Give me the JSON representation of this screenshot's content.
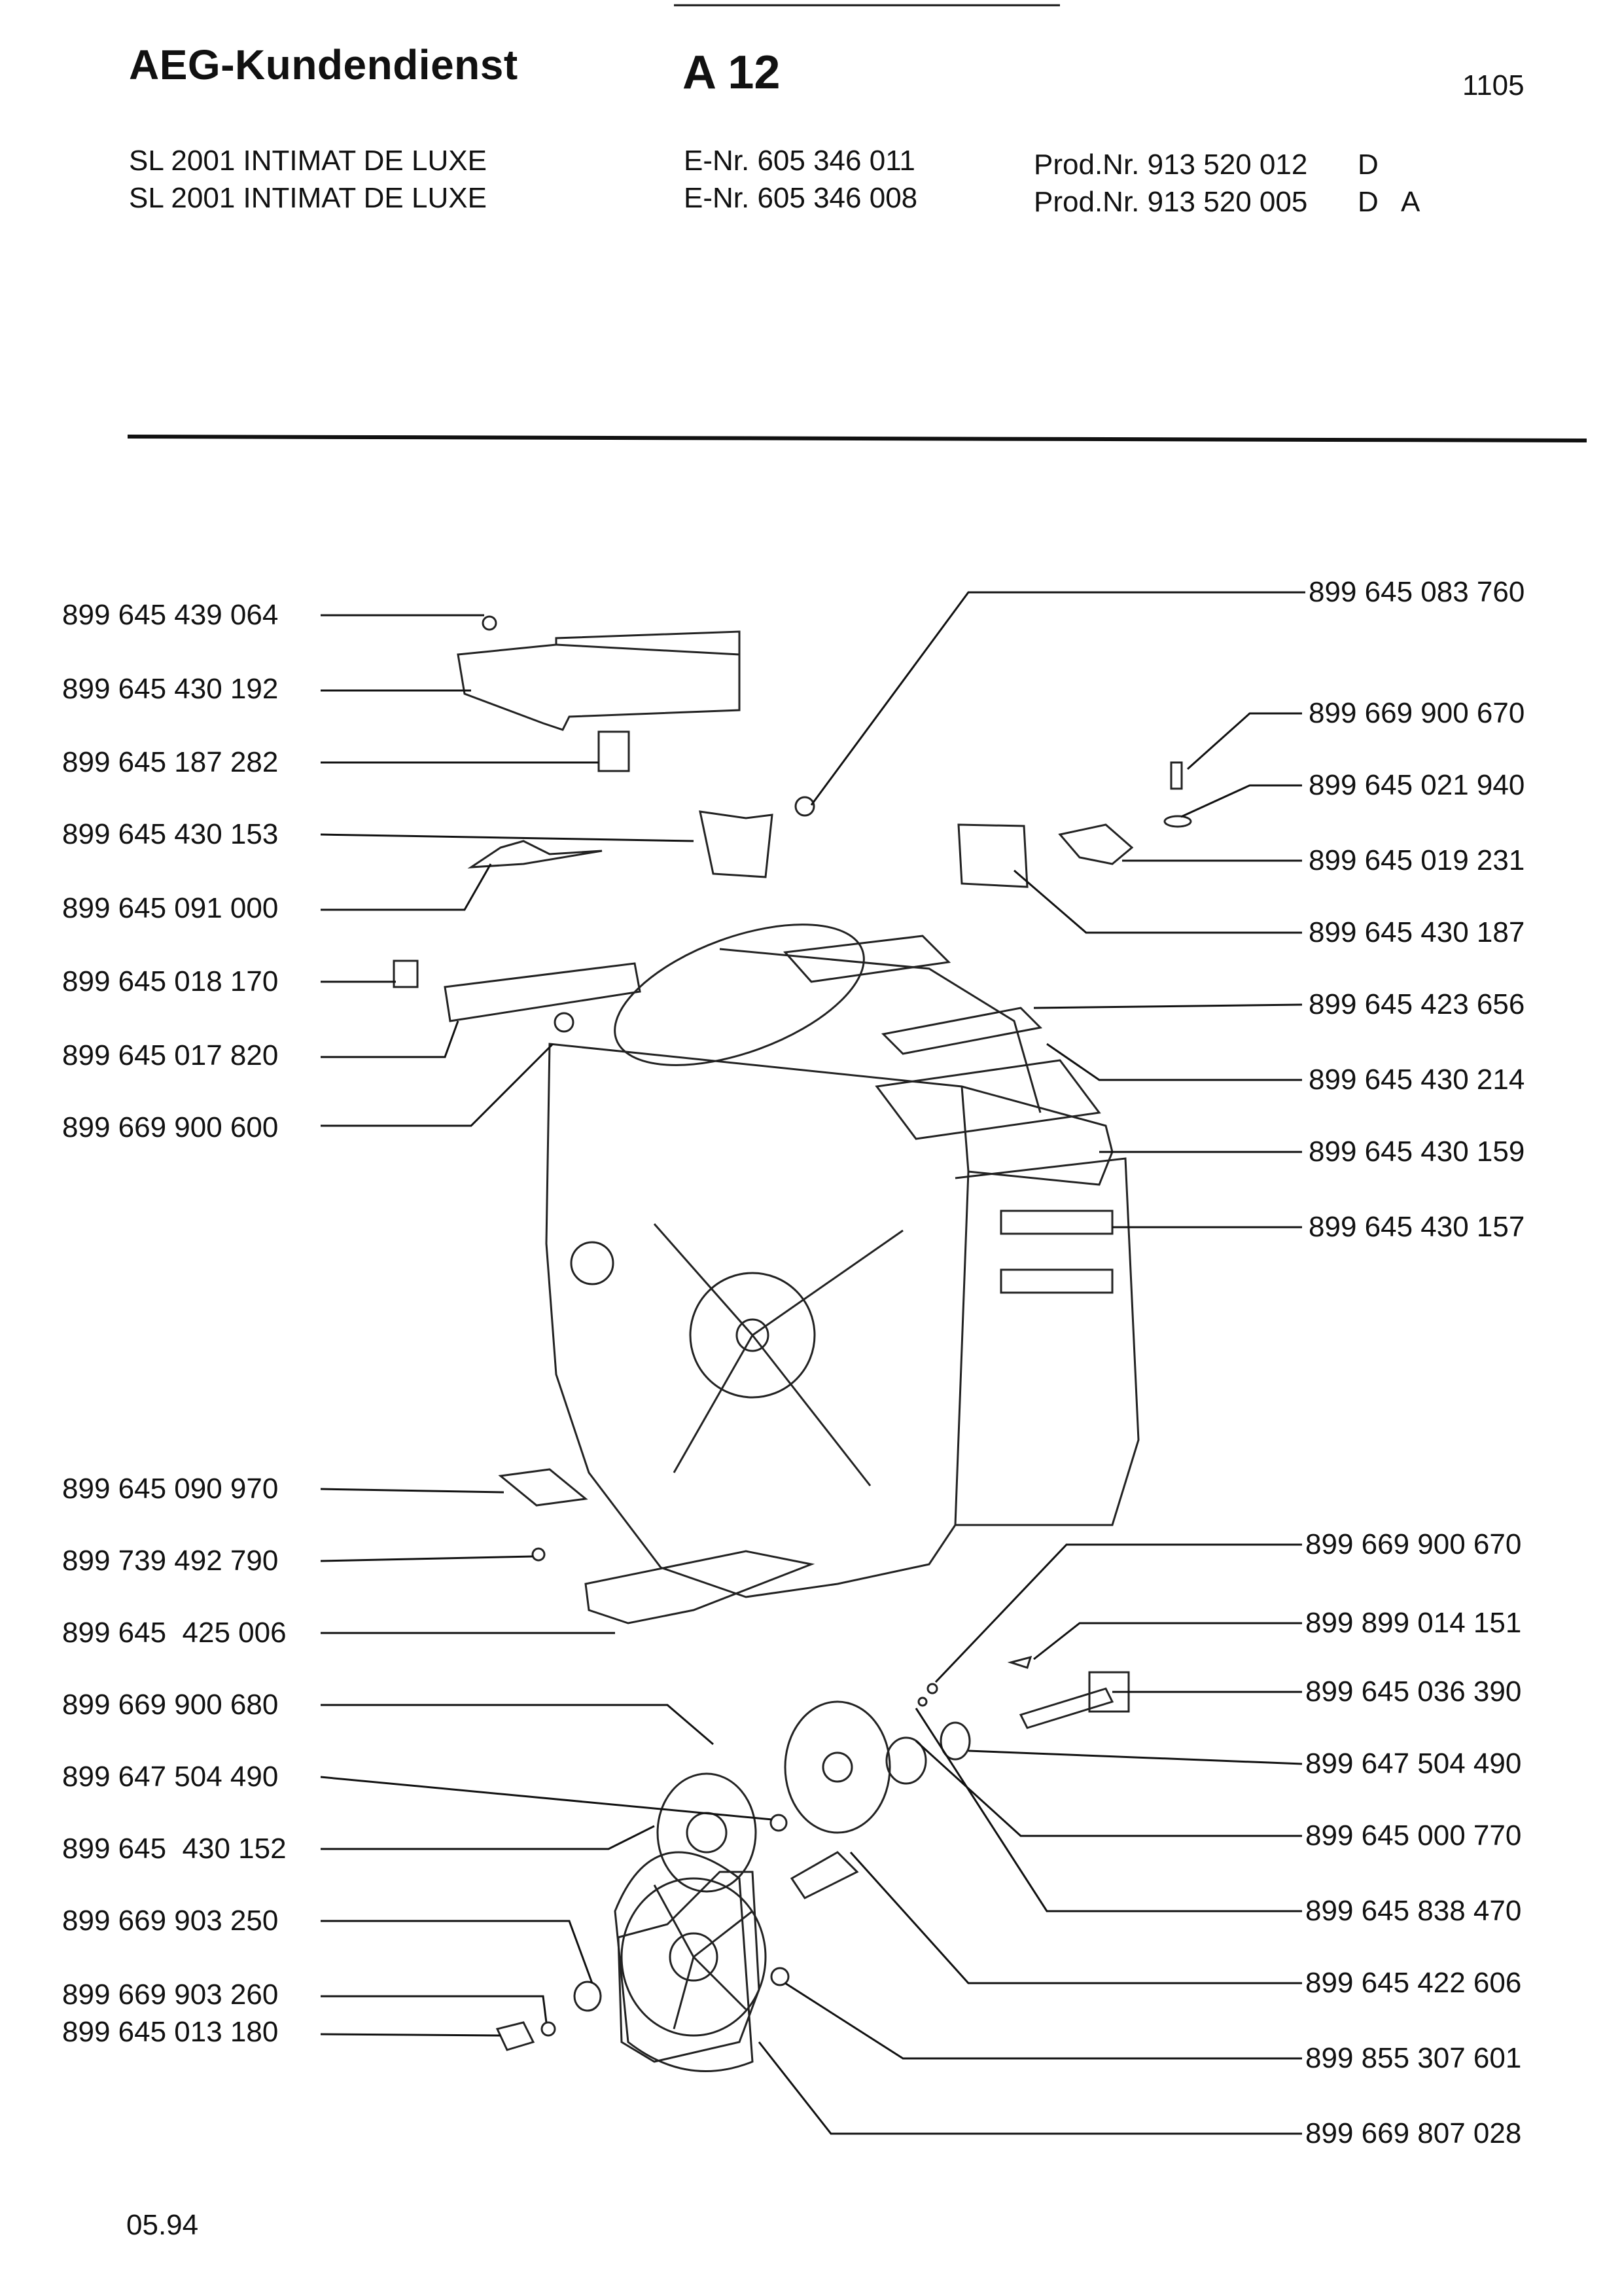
{
  "header": {
    "brand": "AEG-Kundendienst",
    "model_code": "A 12",
    "page_number": "1105",
    "models": [
      {
        "name": "SL 2001 INTIMAT DE LUXE",
        "enr": "E-Nr. 605 346 011",
        "prodnr": "Prod.Nr. 913 520 012",
        "country": "D"
      },
      {
        "name": "SL 2001 INTIMAT DE LUXE",
        "enr": "E-Nr. 605 346 008",
        "prodnr": "Prod.Nr. 913 520 005",
        "country": "D   A"
      }
    ]
  },
  "parts_left": [
    "899 645 439 064",
    "899 645 430 192",
    "899 645 187 282",
    "899 645 430 153",
    "899 645 091 000",
    "899 645 018 170",
    "899 645 017 820",
    "899 669 900 600",
    "899 645 090 970",
    "899 739 492 790",
    "899 645  425 006",
    "899 669 900 680",
    "899 647 504 490",
    "899 645  430 152",
    "899 669 903 250",
    "899 669 903 260",
    "899 645 013 180"
  ],
  "parts_right": [
    "899 645 083 760",
    "899 669 900 670",
    "899 645 021 940",
    "899 645 019 231",
    "899 645 430 187",
    "899 645 423 656",
    "899 645 430 214",
    "899 645 430 159",
    "899 645 430 157",
    "899 669 900 670",
    "899 899 014 151",
    "899 645 036 390",
    "899 647 504 490",
    "899 645 000 770",
    "899 645 838 470",
    "899 645 422 606",
    "899 855 307 601",
    "899 669 807 028"
  ],
  "footer": {
    "date": "05.94"
  }
}
